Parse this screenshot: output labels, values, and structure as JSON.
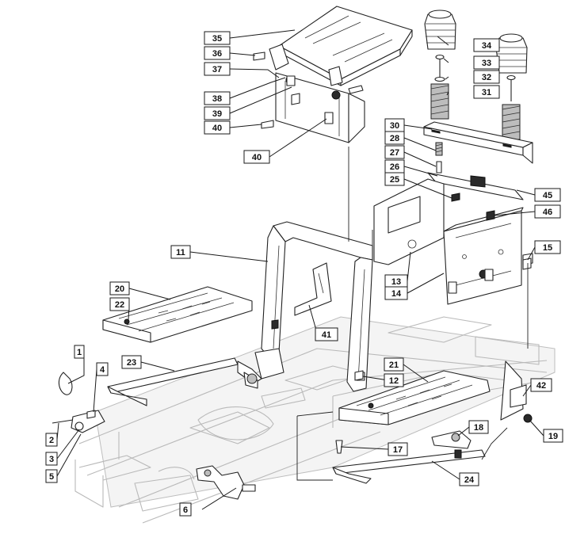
{
  "callouts": [
    "1",
    "2",
    "3",
    "4",
    "5",
    "6",
    "11",
    "12",
    "13",
    "14",
    "15",
    "17",
    "18",
    "19",
    "20",
    "21",
    "22",
    "23",
    "24",
    "25",
    "26",
    "27",
    "28",
    "30",
    "31",
    "32",
    "33",
    "34",
    "35",
    "36",
    "37",
    "38",
    "39",
    "40",
    "40",
    "41",
    "42",
    "45",
    "46"
  ],
  "parts": [
    {
      "id": "seat-pan",
      "icon": "seat-pan-icon"
    },
    {
      "id": "spring-covers",
      "icon": "spring-cover-icon"
    },
    {
      "id": "seat-springs",
      "icon": "coil-spring-icon"
    },
    {
      "id": "seat-bracket",
      "icon": "bracket-icon"
    },
    {
      "id": "seat-rail",
      "icon": "rail-icon"
    },
    {
      "id": "control-panel",
      "icon": "panel-icon"
    },
    {
      "id": "roll-frame",
      "icon": "frame-icon"
    },
    {
      "id": "footrest-left",
      "icon": "footrest-icon"
    },
    {
      "id": "footrest-right",
      "icon": "footrest-icon"
    },
    {
      "id": "chassis",
      "icon": "chassis-icon"
    },
    {
      "id": "side-brackets",
      "icon": "bracket-icon"
    }
  ],
  "colors": {
    "ink": "#1a1a1a",
    "ghost": "#b9b9b9",
    "background": "#ffffff"
  }
}
